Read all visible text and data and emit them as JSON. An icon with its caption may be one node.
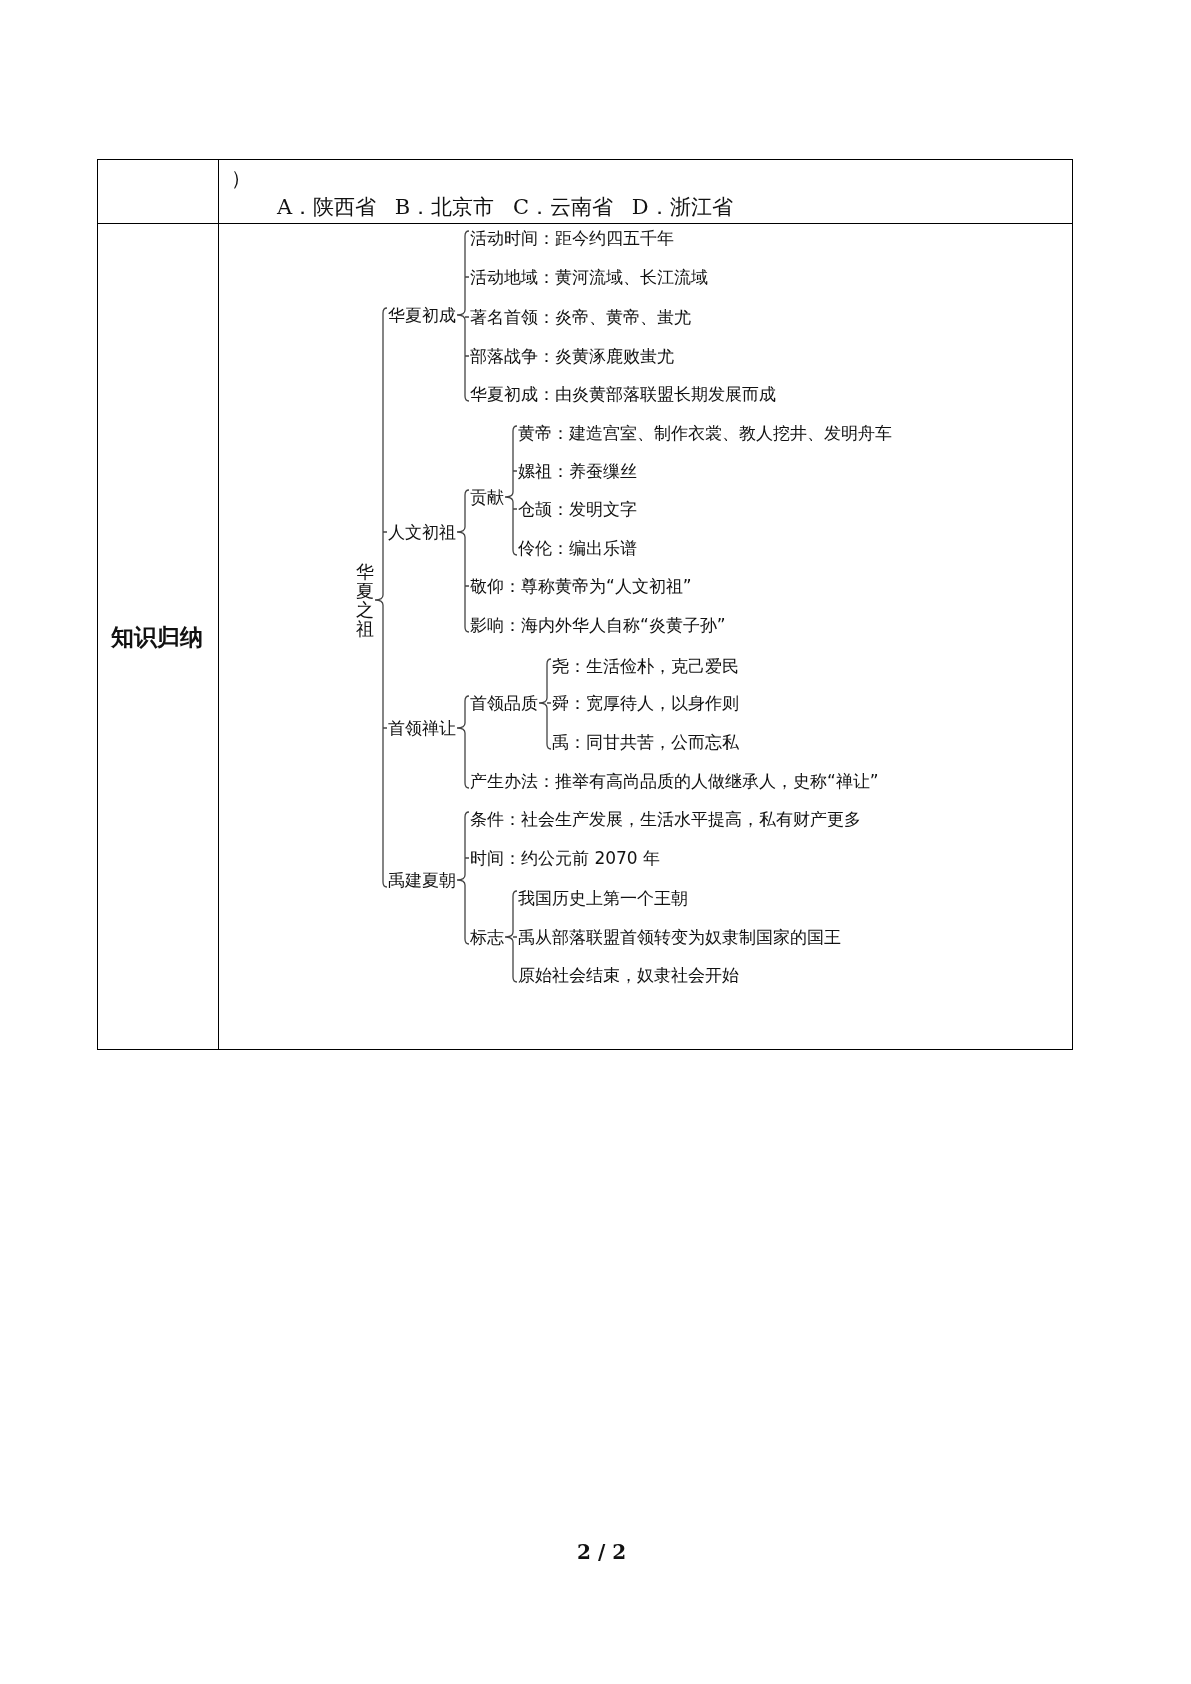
{
  "diagram": {
    "nodes": [
      {
        "text": [
          "华夏之祖"
        ]
      },
      {
        "text": [
          "华夏初成"
        ]
      },
      {
        "text": [
          "活动时间：距今约四五千年"
        ]
      },
      {
        "text": [
          "活动地域：黄河流域、长江流域"
        ]
      },
      {
        "text": [
          "著名首领：炎帝、黄帝、蚩尤"
        ]
      },
      {
        "text": [
          "部落战争：炎黄涿鹿败蚩尤"
        ]
      },
      {
        "text": [
          "华夏初成：由炎黄部落联盟长期发展而成"
        ]
      },
      {
        "text": [
          "人文初祖"
        ]
      },
      {
        "text": [
          "贡献"
        ]
      },
      {
        "text": [
          "黄帝：建造宫室、制作衣裳、教人挖井、发明舟车"
        ]
      },
      {
        "text": [
          "嫘祖：养蚕缫丝"
        ]
      },
      {
        "text": [
          "仓颉：发明文字"
        ]
      },
      {
        "text": [
          "伶伦：编出乐谱"
        ]
      },
      {
        "text": [
          "敬仰：尊称黄帝为“人文初祖”"
        ]
      },
      {
        "text": [
          "影响：海内外华人自称“炎黄子孙”"
        ]
      },
      {
        "text": [
          "首领禅让"
        ]
      },
      {
        "text": [
          "首领品质"
        ]
      },
      {
        "text": [
          "尧：生活俭朴，克己爱民"
        ]
      },
      {
        "text": [
          "舜：宽厚待人，以身作则"
        ]
      },
      {
        "text": [
          "禹：同甘共苦，公而忘私"
        ]
      },
      {
        "text": [
          "产生办法：推举有高尚品质的人做继承人，史称“禅让”"
        ]
      },
      {
        "text": [
          "禹建夏朝"
        ]
      },
      {
        "text": [
          "条件：社会生产发展，生活水平提高，私有财产更多"
        ]
      },
      {
        "text": [
          "时间：约公元前 2070 年"
        ]
      },
      {
        "text": [
          "标志"
        ]
      },
      {
        "text": [
          "我国历史上第一个王朝"
        ]
      },
      {
        "text": [
          "禹从部落联盟首领转变为奴隶制国家的国王"
        ]
      },
      {
        "text": [
          "原始社会结束，奴隶社会开始"
        ]
      }
    ],
    "edges": [
      {
        "from": 0,
        "to": 1,
        "arrow": "none"
      },
      {
        "from": 1,
        "to": 2,
        "arrow": "none"
      },
      {
        "from": 1,
        "to": 3,
        "arrow": "none"
      },
      {
        "from": 1,
        "to": 4,
        "arrow": "none"
      },
      {
        "from": 1,
        "to": 5,
        "arrow": "none"
      },
      {
        "from": 1,
        "to": 6,
        "arrow": "none"
      },
      {
        "from": 0,
        "to": 7,
        "arrow": "none"
      },
      {
        "from": 7,
        "to": 8,
        "arrow": "none"
      },
      {
        "from": 8,
        "to": 9,
        "arrow": "none"
      },
      {
        "from": 8,
        "to": 10,
        "arrow": "none"
      },
      {
        "from": 8,
        "to": 11,
        "arrow": "none"
      },
      {
        "from": 8,
        "to": 12,
        "arrow": "none"
      },
      {
        "from": 7,
        "to": 13,
        "arrow": "none"
      },
      {
        "from": 7,
        "to": 14,
        "arrow": "none"
      },
      {
        "from": 0,
        "to": 15,
        "arrow": "none"
      },
      {
        "from": 15,
        "to": 16,
        "arrow": "none"
      },
      {
        "from": 16,
        "to": 17,
        "arrow": "none"
      },
      {
        "from": 16,
        "to": 18,
        "arrow": "none"
      },
      {
        "from": 16,
        "to": 19,
        "arrow": "none"
      },
      {
        "from": 15,
        "to": 20,
        "arrow": "none"
      },
      {
        "from": 0,
        "to": 21,
        "arrow": "none"
      },
      {
        "from": 21,
        "to": 22,
        "arrow": "none"
      },
      {
        "from": 21,
        "to": 23,
        "arrow": "none"
      },
      {
        "from": 21,
        "to": 24,
        "arrow": "none"
      },
      {
        "from": 24,
        "to": 25,
        "arrow": "none"
      },
      {
        "from": 24,
        "to": 26,
        "arrow": "none"
      },
      {
        "from": 24,
        "to": 27,
        "arrow": "none"
      }
    ],
    "labels": [
      "）",
      "A．陕西省 B．北京市 C．云南省 D．浙江省",
      "知识归纳",
      "2 / 2"
    ]
  }
}
